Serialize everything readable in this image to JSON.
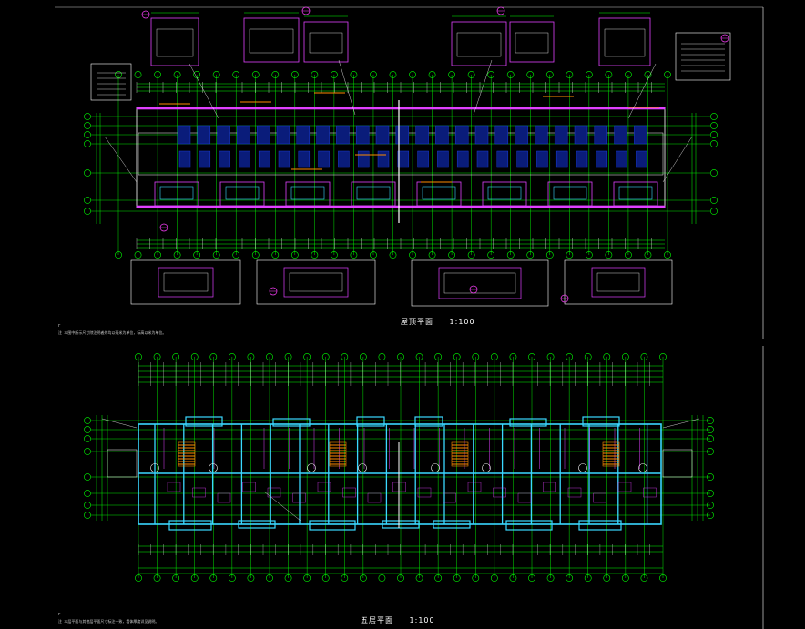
{
  "colors": {
    "background": "#000000",
    "grid": "#00ff00",
    "walls": "#e040ff",
    "dims": "#ffffff",
    "water": "#3ad8ff",
    "blue_fill": "#1a3bd8",
    "orange": "#ff8a00",
    "bubble": "#ff40ff"
  },
  "top_plan": {
    "title": "屋顶平面",
    "scale": "1:100",
    "note": "Γ",
    "subnote": "注 本图中所示尺寸除注明者外均以毫米为单位，标高以米为单位。"
  },
  "bottom_plan": {
    "title": "五层平面",
    "scale": "1:100",
    "note": "Γ",
    "subnote": "注 本层平面与其他层平面尺寸标注一致，墙体厚度详见说明。"
  }
}
